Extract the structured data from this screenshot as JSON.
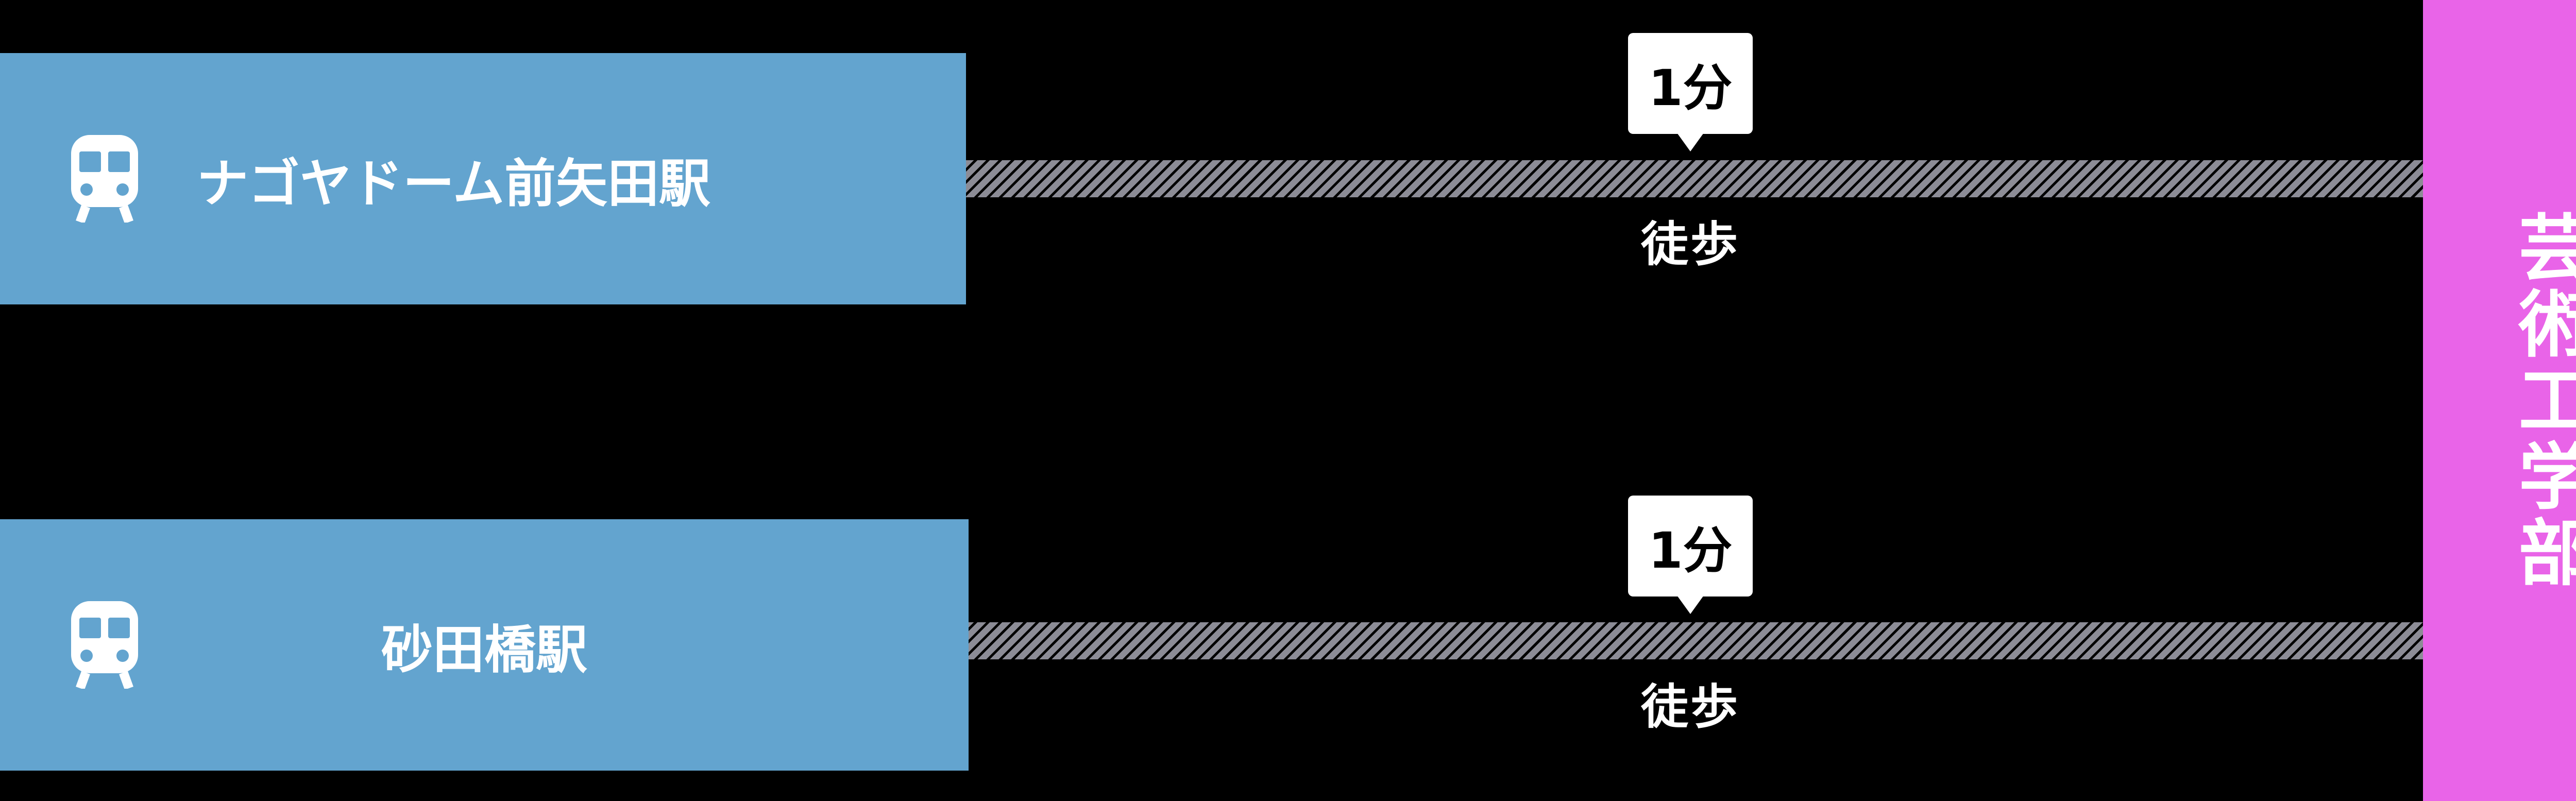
{
  "colors": {
    "station_bg": "#63a4cf",
    "destination_bg": "#e964e8",
    "route": "#8c8c96",
    "background": "#000000"
  },
  "routes": [
    {
      "station": "ナゴヤドーム前矢田駅",
      "station_icon": "train-icon",
      "time": "1分",
      "mode": "徒歩"
    },
    {
      "station": "砂田橋駅",
      "station_icon": "train-icon",
      "time": "1分",
      "mode": "徒歩"
    }
  ],
  "destination": {
    "label": "芸術工学部"
  }
}
